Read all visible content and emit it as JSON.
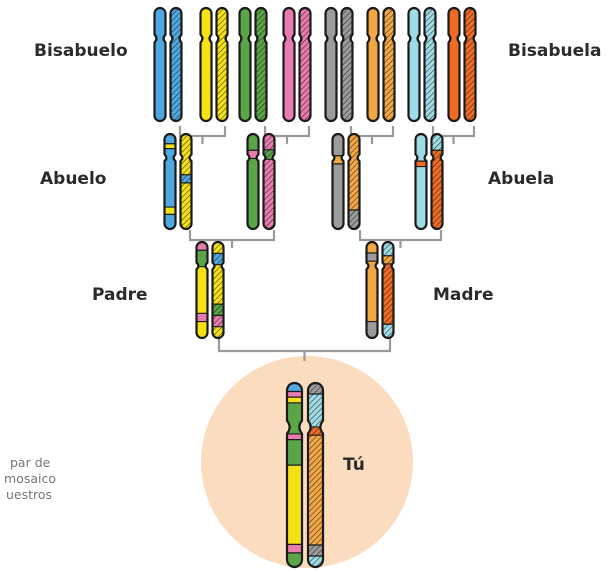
{
  "labels": {
    "great_grandfather": "Bisabuelo",
    "great_grandmother": "Bisabuela",
    "grandfather": "Abuelo",
    "grandmother": "Abuela",
    "father": "Padre",
    "mother": "Madre",
    "you": "Tú"
  },
  "caption_lines": [
    "par de",
    "mosaico",
    "uestros"
  ],
  "colors": {
    "blue": "#4fa9e0",
    "yellow": "#f5e216",
    "green": "#5aa547",
    "pink": "#ea7bb0",
    "gray": "#9b9b9b",
    "orange": "#f3a743",
    "light_blue": "#9fdbe5",
    "dark_orange": "#f06b24",
    "connector": "#9a9a9a",
    "outline": "#1a1a1a",
    "circle": "#fbdcbf",
    "text": "#2b2b2b"
  }
}
